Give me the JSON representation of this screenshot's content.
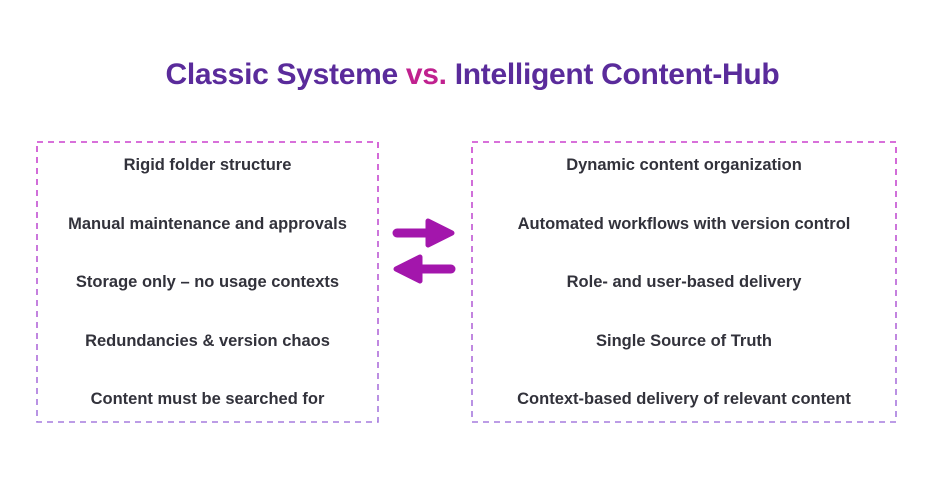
{
  "title": {
    "part1": "Classic Systeme",
    "vs": "vs.",
    "part2": "Intelligent Content-Hub"
  },
  "colors": {
    "title_purple": "#5a2b9b",
    "title_vs_pink": "#c0218f",
    "item_text": "#32323b",
    "border_gradient_top": "#cb41cd",
    "border_gradient_bottom": "#a57bde",
    "swap_icon": "#a316ac",
    "background": "#ffffff"
  },
  "icons": {
    "middle": "swap-arrows-icon"
  },
  "boxes": {
    "left": {
      "name": "classic-system",
      "items": [
        "Rigid folder structure",
        "Manual maintenance and approvals",
        "Storage only – no usage contexts",
        "Redundancies & version chaos",
        "Content must be searched for"
      ]
    },
    "right": {
      "name": "intelligent-content-hub",
      "items": [
        "Dynamic content organization",
        "Automated workflows with version control",
        "Role- and user-based delivery",
        "Single Source of Truth",
        "Context-based delivery of relevant content"
      ]
    }
  }
}
